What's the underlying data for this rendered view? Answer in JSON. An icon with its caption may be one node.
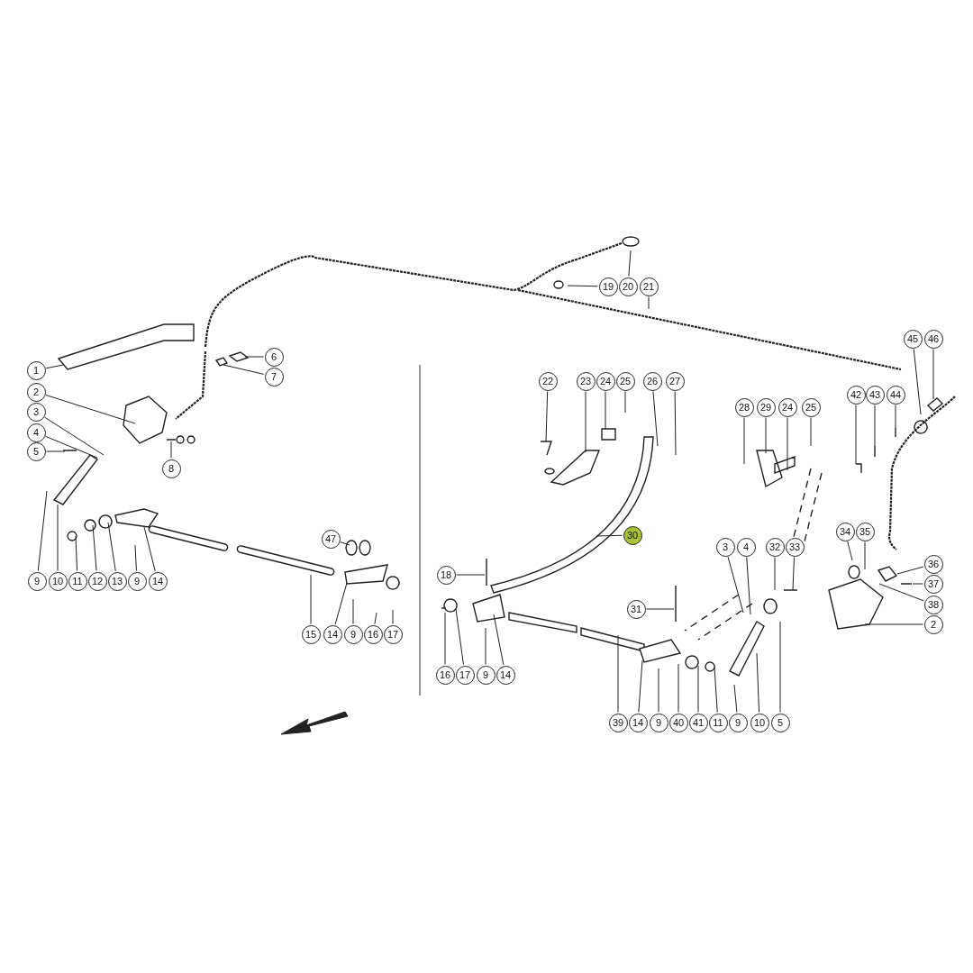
{
  "diagram": {
    "nodes": [
      {
        "text": [
          "1"
        ]
      },
      {
        "text": [
          "2"
        ]
      },
      {
        "text": [
          "3"
        ]
      },
      {
        "text": [
          "4"
        ]
      },
      {
        "text": [
          "5"
        ]
      },
      {
        "text": [
          "6"
        ]
      },
      {
        "text": [
          "7"
        ]
      },
      {
        "text": [
          "8"
        ]
      },
      {
        "text": [
          "9"
        ]
      },
      {
        "text": [
          "10"
        ]
      },
      {
        "text": [
          "11"
        ]
      },
      {
        "text": [
          "12"
        ]
      },
      {
        "text": [
          "13"
        ]
      },
      {
        "text": [
          "9"
        ]
      },
      {
        "text": [
          "14"
        ]
      },
      {
        "text": [
          "47"
        ]
      },
      {
        "text": [
          "15"
        ]
      },
      {
        "text": [
          "14"
        ]
      },
      {
        "text": [
          "9"
        ]
      },
      {
        "text": [
          "16"
        ]
      },
      {
        "text": [
          "17"
        ]
      },
      {
        "text": [
          "19"
        ]
      },
      {
        "text": [
          "20"
        ]
      },
      {
        "text": [
          "21"
        ]
      },
      {
        "text": [
          "22"
        ]
      },
      {
        "text": [
          "23"
        ]
      },
      {
        "text": [
          "24"
        ]
      },
      {
        "text": [
          "25"
        ]
      },
      {
        "text": [
          "26"
        ]
      },
      {
        "text": [
          "27"
        ]
      },
      {
        "text": [
          "28"
        ]
      },
      {
        "text": [
          "29"
        ]
      },
      {
        "text": [
          "24"
        ]
      },
      {
        "text": [
          "25"
        ]
      },
      {
        "text": [
          "42"
        ]
      },
      {
        "text": [
          "43"
        ]
      },
      {
        "text": [
          "44"
        ]
      },
      {
        "text": [
          "45"
        ]
      },
      {
        "text": [
          "46"
        ]
      },
      {
        "text": [
          "30"
        ]
      },
      {
        "text": [
          "18"
        ]
      },
      {
        "text": [
          "3"
        ]
      },
      {
        "text": [
          "4"
        ]
      },
      {
        "text": [
          "32"
        ]
      },
      {
        "text": [
          "33"
        ]
      },
      {
        "text": [
          "34"
        ]
      },
      {
        "text": [
          "35"
        ]
      },
      {
        "text": [
          "36"
        ]
      },
      {
        "text": [
          "37"
        ]
      },
      {
        "text": [
          "38"
        ]
      },
      {
        "text": [
          "2"
        ]
      },
      {
        "text": [
          "31"
        ]
      },
      {
        "text": [
          "16"
        ]
      },
      {
        "text": [
          "17"
        ]
      },
      {
        "text": [
          "9"
        ]
      },
      {
        "text": [
          "14"
        ]
      },
      {
        "text": [
          "39"
        ]
      },
      {
        "text": [
          "14"
        ]
      },
      {
        "text": [
          "9"
        ]
      },
      {
        "text": [
          "40"
        ]
      },
      {
        "text": [
          "41"
        ]
      },
      {
        "text": [
          "11"
        ]
      },
      {
        "text": [
          "9"
        ]
      },
      {
        "text": [
          "10"
        ]
      },
      {
        "text": [
          "5"
        ]
      }
    ],
    "edges": [
      {
        "from": 0,
        "to": null,
        "arrow": "none"
      },
      {
        "from": 1,
        "to": null,
        "arrow": "none"
      },
      {
        "from": 2,
        "to": null,
        "arrow": "none"
      },
      {
        "from": 3,
        "to": null,
        "arrow": "none"
      },
      {
        "from": 4,
        "to": null,
        "arrow": "none"
      },
      {
        "from": 5,
        "to": null,
        "arrow": "none"
      },
      {
        "from": 6,
        "to": null,
        "arrow": "none"
      },
      {
        "from": 7,
        "to": null,
        "arrow": "none"
      },
      {
        "from": 8,
        "to": null,
        "arrow": "none"
      },
      {
        "from": 9,
        "to": null,
        "arrow": "none"
      },
      {
        "from": 10,
        "to": null,
        "arrow": "none"
      },
      {
        "from": 11,
        "to": null,
        "arrow": "none"
      },
      {
        "from": 12,
        "to": null,
        "arrow": "none"
      },
      {
        "from": 13,
        "to": null,
        "arrow": "none"
      },
      {
        "from": 14,
        "to": null,
        "arrow": "none"
      },
      {
        "from": 15,
        "to": null,
        "arrow": "none"
      },
      {
        "from": 16,
        "to": null,
        "arrow": "none"
      },
      {
        "from": 17,
        "to": null,
        "arrow": "none"
      },
      {
        "from": 18,
        "to": null,
        "arrow": "none"
      },
      {
        "from": 19,
        "to": null,
        "arrow": "none"
      },
      {
        "from": 20,
        "to": null,
        "arrow": "none"
      },
      {
        "from": 21,
        "to": null,
        "arrow": "none"
      },
      {
        "from": 22,
        "to": null,
        "arrow": "none"
      },
      {
        "from": 23,
        "to": null,
        "arrow": "none"
      },
      {
        "from": 24,
        "to": null,
        "arrow": "none"
      },
      {
        "from": 25,
        "to": null,
        "arrow": "none"
      },
      {
        "from": 26,
        "to": null,
        "arrow": "none"
      },
      {
        "from": 27,
        "to": null,
        "arrow": "none"
      },
      {
        "from": 28,
        "to": null,
        "arrow": "none"
      },
      {
        "from": 29,
        "to": null,
        "arrow": "none"
      },
      {
        "from": 30,
        "to": null,
        "arrow": "none"
      },
      {
        "from": 31,
        "to": null,
        "arrow": "none"
      },
      {
        "from": 32,
        "to": null,
        "arrow": "none"
      },
      {
        "from": 33,
        "to": null,
        "arrow": "none"
      },
      {
        "from": 34,
        "to": null,
        "arrow": "none"
      },
      {
        "from": 35,
        "to": null,
        "arrow": "none"
      },
      {
        "from": 36,
        "to": null,
        "arrow": "none"
      },
      {
        "from": 37,
        "to": null,
        "arrow": "none"
      },
      {
        "from": 38,
        "to": null,
        "arrow": "none"
      },
      {
        "from": 39,
        "to": null,
        "arrow": "none"
      },
      {
        "from": 40,
        "to": null,
        "arrow": "none"
      },
      {
        "from": 41,
        "to": null,
        "arrow": "none"
      },
      {
        "from": 42,
        "to": null,
        "arrow": "none"
      },
      {
        "from": 43,
        "to": null,
        "arrow": "none"
      },
      {
        "from": 44,
        "to": null,
        "arrow": "none"
      },
      {
        "from": 45,
        "to": null,
        "arrow": "none"
      },
      {
        "from": 46,
        "to": null,
        "arrow": "none"
      },
      {
        "from": 47,
        "to": null,
        "arrow": "none"
      },
      {
        "from": 48,
        "to": null,
        "arrow": "none"
      },
      {
        "from": 49,
        "to": null,
        "arrow": "none"
      },
      {
        "from": 50,
        "to": null,
        "arrow": "none"
      },
      {
        "from": 51,
        "to": null,
        "arrow": "none"
      },
      {
        "from": 52,
        "to": null,
        "arrow": "none"
      },
      {
        "from": 53,
        "to": null,
        "arrow": "none"
      },
      {
        "from": 54,
        "to": null,
        "arrow": "none"
      },
      {
        "from": 55,
        "to": null,
        "arrow": "none"
      },
      {
        "from": 56,
        "to": null,
        "arrow": "none"
      },
      {
        "from": 57,
        "to": null,
        "arrow": "none"
      },
      {
        "from": 58,
        "to": null,
        "arrow": "none"
      },
      {
        "from": 59,
        "to": null,
        "arrow": "none"
      },
      {
        "from": 60,
        "to": null,
        "arrow": "none"
      },
      {
        "from": 61,
        "to": null,
        "arrow": "none"
      },
      {
        "from": 62,
        "to": null,
        "arrow": "none"
      },
      {
        "from": 63,
        "to": null,
        "arrow": "none"
      },
      {
        "from": 64,
        "to": null,
        "arrow": "none"
      }
    ]
  }
}
